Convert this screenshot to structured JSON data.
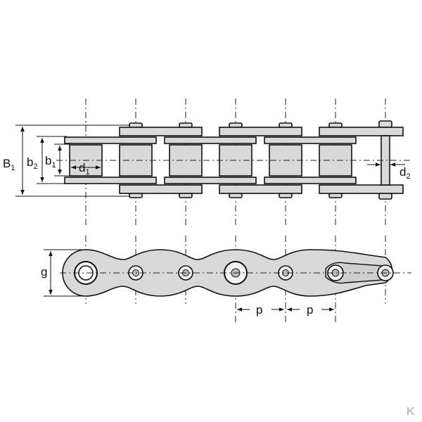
{
  "top_view": {
    "dimensions": [
      {
        "id": "B1",
        "main": "B",
        "sub": "1"
      },
      {
        "id": "b2",
        "main": "b",
        "sub": "2"
      },
      {
        "id": "b1",
        "main": "b",
        "sub": "1"
      },
      {
        "id": "d1",
        "main": "d",
        "sub": "1"
      },
      {
        "id": "d2",
        "main": "d",
        "sub": "2"
      }
    ]
  },
  "side_view": {
    "height_label": "g",
    "pitch_labels": [
      "p",
      "p"
    ]
  },
  "watermark": {
    "text": "K"
  }
}
